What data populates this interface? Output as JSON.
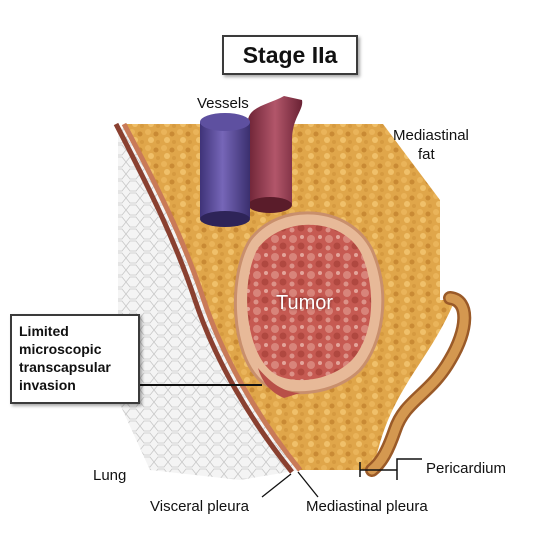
{
  "title": "Stage IIa",
  "labels": {
    "vessels": "Vessels",
    "mediastinal_fat_line1": "Mediastinal",
    "mediastinal_fat_line2": "fat",
    "tumor": "Tumor",
    "lung": "Lung",
    "visceral_pleura": "Visceral pleura",
    "mediastinal_pleura": "Mediastinal pleura",
    "pericardium": "Pericardium"
  },
  "callout": {
    "lines": [
      "Limited",
      "microscopic",
      "transcapsular",
      "invasion"
    ]
  },
  "colors": {
    "fat": "#e0a64a",
    "tumor": "#c85a52",
    "capsule": "#e8b89a",
    "lung": "#eeeeee",
    "pleura": "#a85a3e",
    "vein": "#5b4a9a",
    "artery": "#8e3a4c",
    "pericardium": "#c98a48"
  }
}
